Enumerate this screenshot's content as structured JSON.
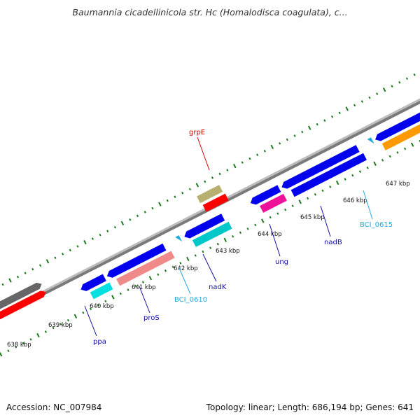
{
  "title": "Baumannia cicadellinicola str. Hc (Homalodisca coagulata), c...",
  "footer": {
    "accession": "Accession: NC_007984",
    "stats": "Topology: linear; Length: 686,194 bp; Genes: 641"
  },
  "colors": {
    "background": "#ffffff",
    "backbone": "#8a8a8a",
    "tick": "#1a7a1a",
    "gene_label_dark": "#1010a0",
    "gene_label_cyan": "#22aadd",
    "gene_label_red": "#cc0000"
  },
  "kbp_labels": [
    "638 kbp",
    "639 kbp",
    "640 kbp",
    "641 kbp",
    "642 kbp",
    "643 kbp",
    "644 kbp",
    "645 kbp",
    "646 kbp",
    "647 kbp"
  ],
  "gene_labels": [
    {
      "name": "ppa",
      "color": "#1010a0"
    },
    {
      "name": "proS",
      "color": "#1010a0"
    },
    {
      "name": "BCI_0610",
      "color": "#22aadd"
    },
    {
      "name": "nadK",
      "color": "#1010a0"
    },
    {
      "name": "ung",
      "color": "#1010a0"
    },
    {
      "name": "nadB",
      "color": "#1010a0"
    },
    {
      "name": "BCI_0615",
      "color": "#22aadd"
    },
    {
      "name": "grpE",
      "color": "#cc0000"
    }
  ],
  "features": [
    {
      "kind": "gene",
      "color": "#666666"
    },
    {
      "kind": "cds",
      "color": "#ff0000"
    },
    {
      "kind": "gene",
      "color": "#0000ee"
    },
    {
      "kind": "cds",
      "color": "#00e0e0"
    },
    {
      "kind": "gene",
      "color": "#0000ee"
    },
    {
      "kind": "cds",
      "color": "#f08a8a"
    },
    {
      "kind": "gene",
      "color": "#0000ee"
    },
    {
      "kind": "cds",
      "color": "#00c8c8"
    },
    {
      "kind": "gene",
      "color": "#0000ee"
    },
    {
      "kind": "cds",
      "color": "#ee1199"
    },
    {
      "kind": "gene",
      "color": "#0000ee"
    },
    {
      "kind": "cds",
      "color": "#0000ee"
    },
    {
      "kind": "gene",
      "color": "#0000ee"
    },
    {
      "kind": "cds",
      "color": "#ff9900"
    },
    {
      "kind": "gene",
      "color": "#b8b070"
    },
    {
      "kind": "cds",
      "color": "#ff0000"
    }
  ]
}
